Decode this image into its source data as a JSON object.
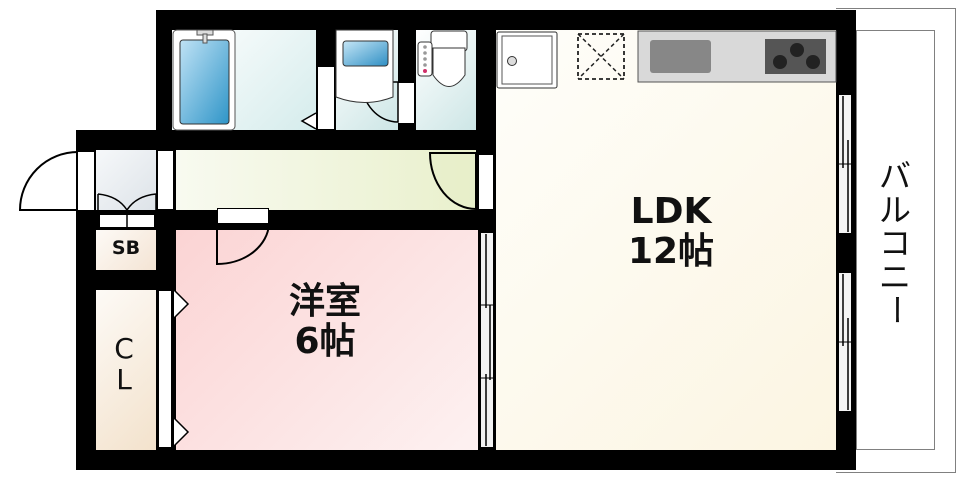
{
  "floorplan": {
    "rooms": {
      "ldk": {
        "name": "LDK",
        "size": "12帖"
      },
      "western_room": {
        "name": "洋室",
        "size": "6帖"
      },
      "closet": {
        "line1": "C",
        "line2": "L"
      },
      "shoe_box": {
        "name": "SB"
      },
      "balcony": {
        "name": "バルコニー",
        "chars": [
          "バ",
          "ル",
          "コ",
          "ニ",
          "ー"
        ]
      }
    },
    "colors": {
      "wall": "#000000",
      "ldk_floor": "#fdfaec",
      "western_room_floor": "#fbdada",
      "hallway_floor": "#eef3dc",
      "wet_area_floor": "#d6ecec",
      "closet_floor": "#f7e9d8",
      "entrance_floor": "#e4e9ee",
      "bathtub": "#3a9fd0",
      "counter": "#d9d9d9",
      "stove": "#555555"
    }
  }
}
